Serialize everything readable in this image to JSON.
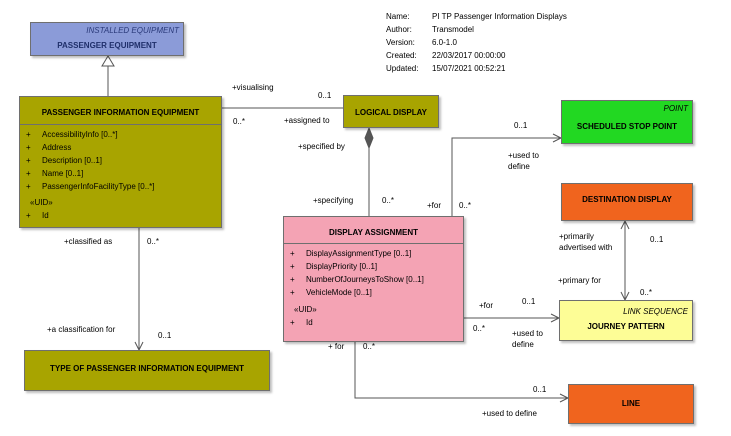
{
  "metadata": {
    "rows": [
      {
        "key": "Name:",
        "value": "PI TP  Passenger Information Displays"
      },
      {
        "key": "Author:",
        "value": "Transmodel"
      },
      {
        "key": "Version:",
        "value": "6.0-1.0"
      },
      {
        "key": "Created:",
        "value": "22/03/2017 00:00:00"
      },
      {
        "key": "Updated:",
        "value": "15/07/2021 00:52:21"
      }
    ]
  },
  "classes": {
    "installed_equipment": {
      "stereotype": "INSTALLED EQUIPMENT",
      "name": "PASSENGER EQUIPMENT"
    },
    "pie": {
      "name": "PASSENGER INFORMATION EQUIPMENT",
      "attributes": [
        "AccessibilityInfo [0..*]",
        "Address",
        "Description [0..1]",
        "Name [0..1]",
        "PassengerInfoFacilityType [0..*]"
      ],
      "uid_label": "«UID»",
      "uid_attributes": [
        "Id"
      ]
    },
    "logical_display": {
      "name": "LOGICAL DISPLAY"
    },
    "scheduled_stop_point": {
      "stereotype": "POINT",
      "name": "SCHEDULED STOP POINT"
    },
    "destination_display": {
      "name": "DESTINATION DISPLAY"
    },
    "display_assignment": {
      "name": "DISPLAY ASSIGNMENT",
      "attributes": [
        "DisplayAssignmentType [0..1]",
        "DisplayPriority [0..1]",
        "NumberOfJourneysToShow [0..1]",
        "VehicleMode [0..1]"
      ],
      "uid_label": "«UID»",
      "uid_attributes": [
        "Id"
      ]
    },
    "journey_pattern": {
      "stereotype": "LINK SEQUENCE",
      "name": "JOURNEY PATTERN"
    },
    "type_pie": {
      "name": "TYPE OF PASSENGER INFORMATION EQUIPMENT"
    },
    "line": {
      "name": "LINE"
    }
  },
  "labels": {
    "visualising": "+visualising",
    "vis_mult": "0..1",
    "pie_ld_mult": "0..*",
    "assigned_to": "+assigned to",
    "specified_by": "+specified by",
    "specifying": "+specifying",
    "spec_mult": "0..*",
    "for_ssp": "+for",
    "for_ssp_mult": "0..*",
    "ssp_mult": "0..1",
    "used_to_define_ssp": "+used to\ndefine",
    "primarily_advertised": "+primarily\nadvertised with",
    "dd_mult": "0..1",
    "primary_for": "+primary for",
    "jp_dd_mult": "0..*",
    "for_jp": "+for",
    "for_jp_mult": "0..*",
    "jp_mult": "0..1",
    "used_to_define_jp": "+used to\ndefine",
    "for_line": "+ for",
    "for_line_mult": "0..*",
    "line_mult": "0..1",
    "used_to_define_line": "+used to define",
    "classified_as": "+classified as",
    "classified_mult": "0..*",
    "a_classification_for": "+a classification for",
    "type_mult": "0..1"
  },
  "colors": {
    "installed_equipment": "#8b9bd8",
    "olive": "#a8a400",
    "green": "#22d822",
    "orange": "#f0641e",
    "pink": "#f4a3b4",
    "yellow": "#fdfd96",
    "border": "#6f6f6f"
  }
}
